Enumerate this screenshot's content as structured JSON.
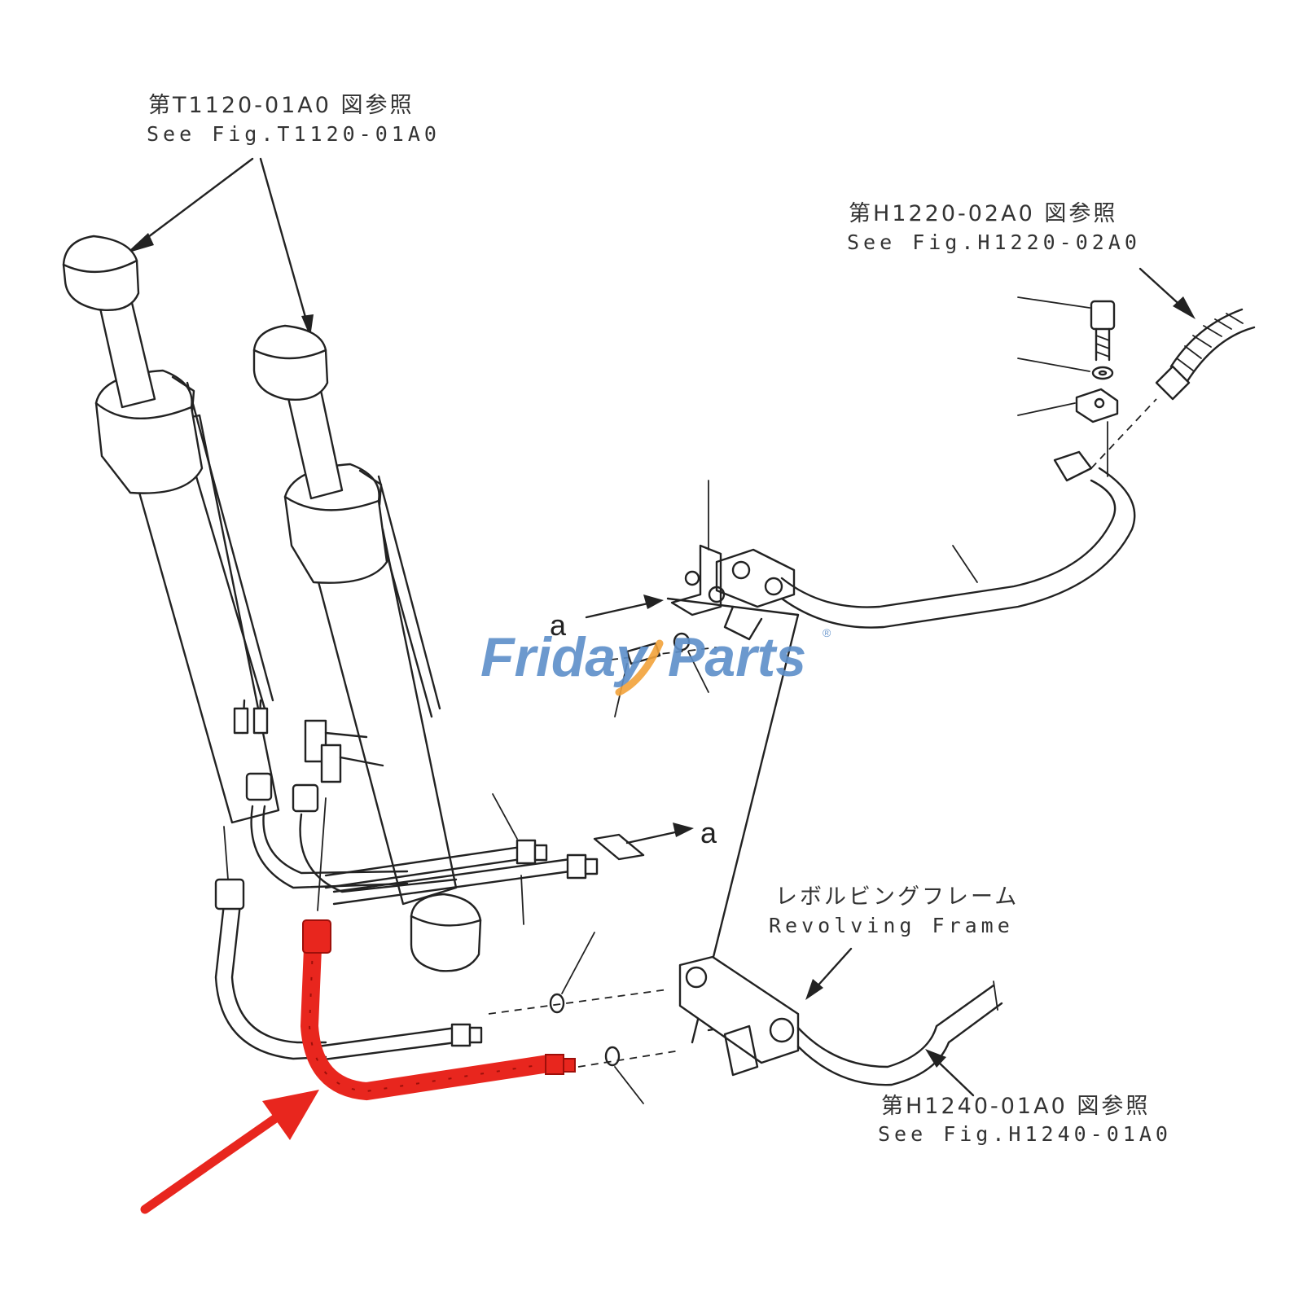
{
  "callouts": {
    "top_left": {
      "jp": "第T1120-01A0 図参照",
      "en": "See Fig.T1120-01A0"
    },
    "top_right": {
      "jp": "第H1220-02A0 図参照",
      "en": "See Fig.H1220-02A0"
    },
    "revolving_frame": {
      "jp": "レボルビングフレーム",
      "en": "Revolving Frame"
    },
    "bottom_right": {
      "jp": "第H1240-01A0 図参照",
      "en": "See Fig.H1240-01A0"
    }
  },
  "view_marks": {
    "upper": "a",
    "lower": "a"
  },
  "watermark": {
    "part1": "Friday",
    "part2": "Parts",
    "reg": "®"
  },
  "colors": {
    "highlight": "#e8261e",
    "watermark_blue": "#5d8fc9",
    "watermark_orange": "#f2a23a"
  }
}
